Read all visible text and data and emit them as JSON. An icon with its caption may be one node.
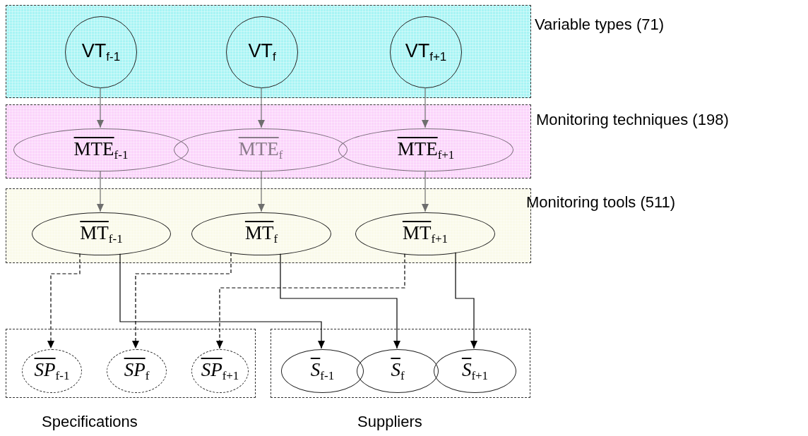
{
  "diagram": {
    "nodes": [
      {
        "text": [
          "Variable types (71)"
        ]
      },
      {
        "text": [
          "VT$_{f-1}$"
        ],
        "in": 0
      },
      {
        "text": [
          "VT$_{f}$"
        ],
        "in": 0
      },
      {
        "text": [
          "VT$_{f+1}$"
        ],
        "in": 0
      },
      {
        "text": [
          "Monitoring techniques (198)"
        ]
      },
      {
        "text": [
          "MTE$_{f-1}$"
        ],
        "in": 4
      },
      {
        "text": [
          "MTE$_{f}$"
        ],
        "in": 4
      },
      {
        "text": [
          "MTE$_{f+1}$"
        ],
        "in": 4
      },
      {
        "text": [
          "Monitoring tools (511)"
        ]
      },
      {
        "text": [
          "MT$_{f-1}$"
        ],
        "in": 8
      },
      {
        "text": [
          "MT$_{f}$"
        ],
        "in": 8
      },
      {
        "text": [
          "MT$_{f+1}$"
        ],
        "in": 8
      },
      {
        "text": [
          "Specifications"
        ]
      },
      {
        "text": [
          "*SP*$_{f-1}$"
        ],
        "in": 12
      },
      {
        "text": [
          "*SP*$_{f}$"
        ],
        "in": 12
      },
      {
        "text": [
          "*SP*$_{f+1}$"
        ],
        "in": 12
      },
      {
        "text": [
          "Suppliers"
        ]
      },
      {
        "text": [
          "*S*$_{f-1}$"
        ],
        "in": 16
      },
      {
        "text": [
          "*S*$_{f}$"
        ],
        "in": 16
      },
      {
        "text": [
          "*S*$_{f+1}$"
        ],
        "in": 16
      }
    ],
    "edges": [
      {
        "from": 1,
        "to": 5,
        "arrow": "to",
        "color": "#6e6e6e"
      },
      {
        "from": 2,
        "to": 6,
        "arrow": "to",
        "color": "#6e6e6e"
      },
      {
        "from": 3,
        "to": 7,
        "arrow": "to",
        "color": "#6e6e6e"
      },
      {
        "from": 5,
        "to": 9,
        "arrow": "to",
        "color": "#6e6e6e"
      },
      {
        "from": 6,
        "to": 10,
        "arrow": "to",
        "color": "#6e6e6e"
      },
      {
        "from": 7,
        "to": 11,
        "arrow": "to",
        "color": "#6e6e6e"
      },
      {
        "from": 9,
        "to": 13,
        "arrow": "to",
        "style": "dashed",
        "color": "#000000"
      },
      {
        "from": 9,
        "to": 17,
        "arrow": "to",
        "color": "#000000"
      },
      {
        "from": 10,
        "to": 14,
        "arrow": "to",
        "style": "dashed",
        "color": "#000000"
      },
      {
        "from": 10,
        "to": 18,
        "arrow": "to",
        "color": "#000000"
      },
      {
        "from": 11,
        "to": 15,
        "arrow": "to",
        "style": "dashed",
        "color": "#000000"
      },
      {
        "from": 11,
        "to": 19,
        "arrow": "to",
        "color": "#000000"
      }
    ]
  }
}
